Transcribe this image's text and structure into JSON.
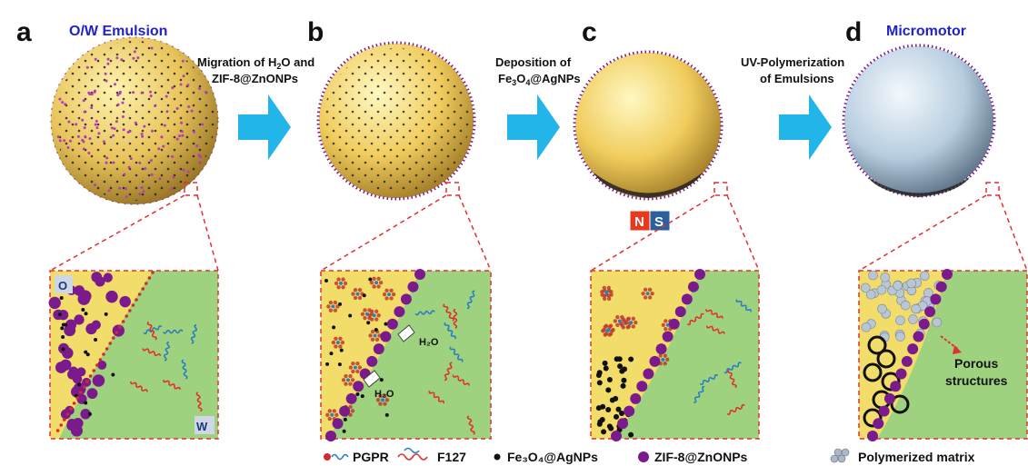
{
  "panels": [
    {
      "letter": "a",
      "title": "O/W Emulsion"
    },
    {
      "letter": "b",
      "title": ""
    },
    {
      "letter": "c",
      "title": ""
    },
    {
      "letter": "d",
      "title": "Micromotor"
    }
  ],
  "steps": [
    {
      "line1": "Migration of H",
      "sub1": "2",
      "line1b": "O and",
      "line2": "ZIF-8@ZnONPs"
    },
    {
      "line1": "Deposition of",
      "line2": "Fe",
      "sub2a": "3",
      "line2b": "O",
      "sub2b": "4",
      "line2c": "@AgNPs"
    },
    {
      "line1": "UV-Polymerization",
      "line2": "of Emulsions"
    }
  ],
  "box_labels": {
    "o": "O",
    "w": "W",
    "h2o_1": "H₂O",
    "h2o_2": "H₂O",
    "porous1": "Porous",
    "porous2": "structures"
  },
  "magnet": {
    "n": "N",
    "s": "S"
  },
  "legend": [
    {
      "icon": "pgpr-icon",
      "label": "PGPR"
    },
    {
      "icon": "f127-icon",
      "label": "F127"
    },
    {
      "icon": "fe3o4-agnp-icon",
      "label": "Fe₃O₄@AgNPs"
    },
    {
      "icon": "zif8-znonp-icon",
      "label": "ZIF-8@ZnONPs"
    },
    {
      "icon": "polymerized-matrix-icon",
      "label": "Polymerized matrix"
    }
  ],
  "colors": {
    "oil": "#f2dd6a",
    "water": "#9fd27e",
    "sphere_yellow": "#e6c25a",
    "sphere_blue": "#b8cfe3",
    "arrow": "#22b5ea",
    "zif": "#7b1a8c",
    "dashed": "#e03030",
    "magnet_n": "#e8391e",
    "magnet_s": "#2c5f9e"
  }
}
